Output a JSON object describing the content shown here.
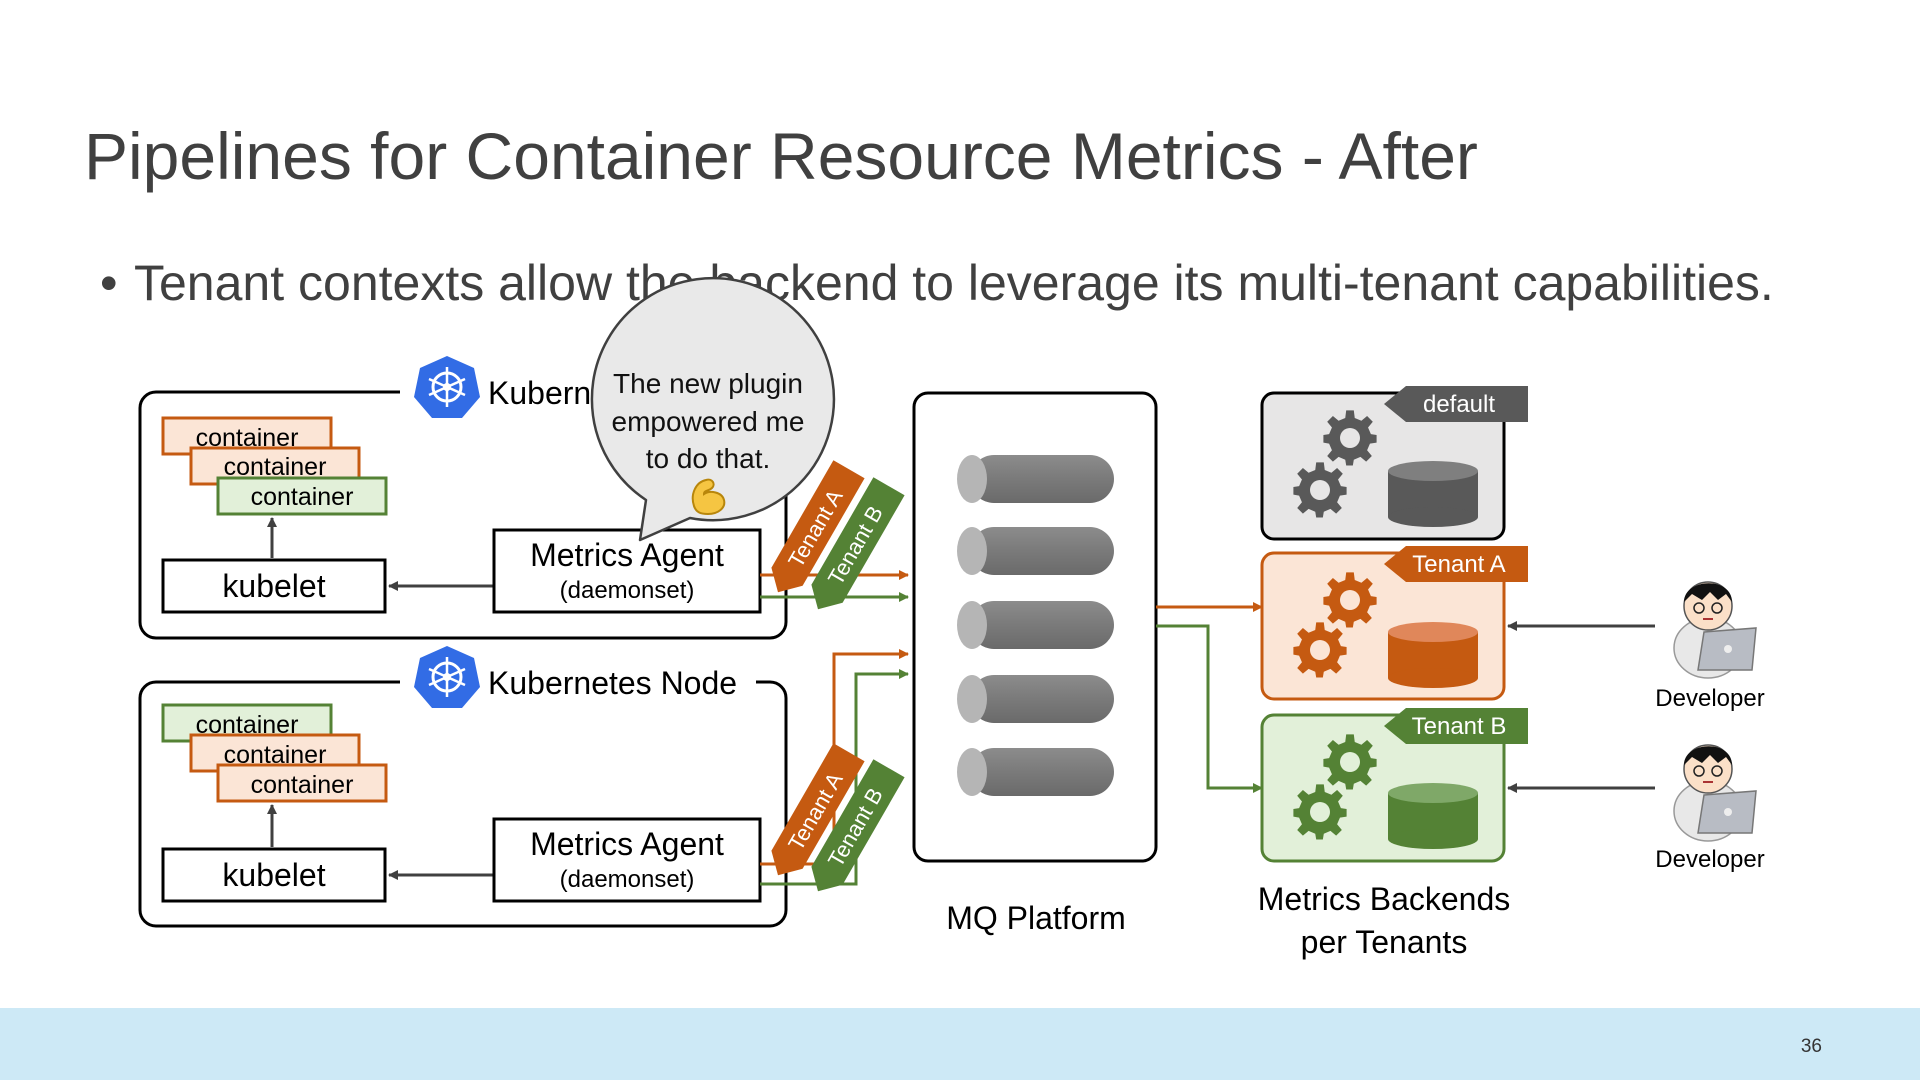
{
  "slide": {
    "title": "Pipelines for Container Resource Metrics - After",
    "bullet": "Tenant contexts allow the backend to leverage its multi-tenant capabilities.",
    "page_number": "36"
  },
  "nodes": [
    {
      "title": "Kubernetes Node",
      "containers": [
        "container",
        "container",
        "container"
      ],
      "kubelet": "kubelet",
      "agent_name": "Metrics Agent",
      "agent_sub": "(daemonset)",
      "tags": [
        "Tenant A",
        "Tenant B"
      ]
    },
    {
      "title": "Kubernetes Node",
      "containers": [
        "container",
        "container",
        "container"
      ],
      "kubelet": "kubelet",
      "agent_name": "Metrics Agent",
      "agent_sub": "(daemonset)",
      "tags": [
        "Tenant A",
        "Tenant B"
      ]
    }
  ],
  "speech_bubble": {
    "lines": [
      "The new plugin",
      "empowered me",
      "to do that."
    ],
    "emoji": "flexed-biceps"
  },
  "mq": {
    "label": "MQ Platform",
    "queue_count": 5
  },
  "backends": {
    "items": [
      {
        "label": "default"
      },
      {
        "label": "Tenant A"
      },
      {
        "label": "Tenant B"
      }
    ],
    "caption_line1": "Metrics Backends",
    "caption_line2": "per Tenants"
  },
  "developers": [
    "Developer",
    "Developer"
  ],
  "colors": {
    "tenant_a": "#c55a11",
    "tenant_a_fill": "#fbe5d6",
    "tenant_b": "#548235",
    "tenant_b_fill": "#e2f0d9",
    "default": "#595959",
    "default_fill": "#e7e6e6",
    "k8s_blue": "#326ce5",
    "footer": "#cde9f6"
  }
}
